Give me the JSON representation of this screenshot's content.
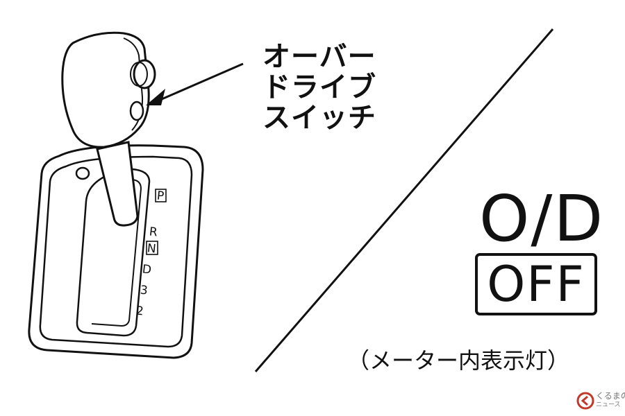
{
  "callout_label": {
    "lines": [
      "オーバー",
      "ドライブ",
      "スイッチ"
    ]
  },
  "indicator": {
    "top_text": "O/D",
    "box_text": "OFF"
  },
  "caption": "（メーター内表示灯）",
  "gate_positions": {
    "p": "P",
    "r": "R",
    "n": "N",
    "d": "D",
    "three": "3",
    "two": "2"
  },
  "watermark": {
    "line1": "くるまの",
    "line2": "ニュース",
    "accent": "#c0392b"
  }
}
